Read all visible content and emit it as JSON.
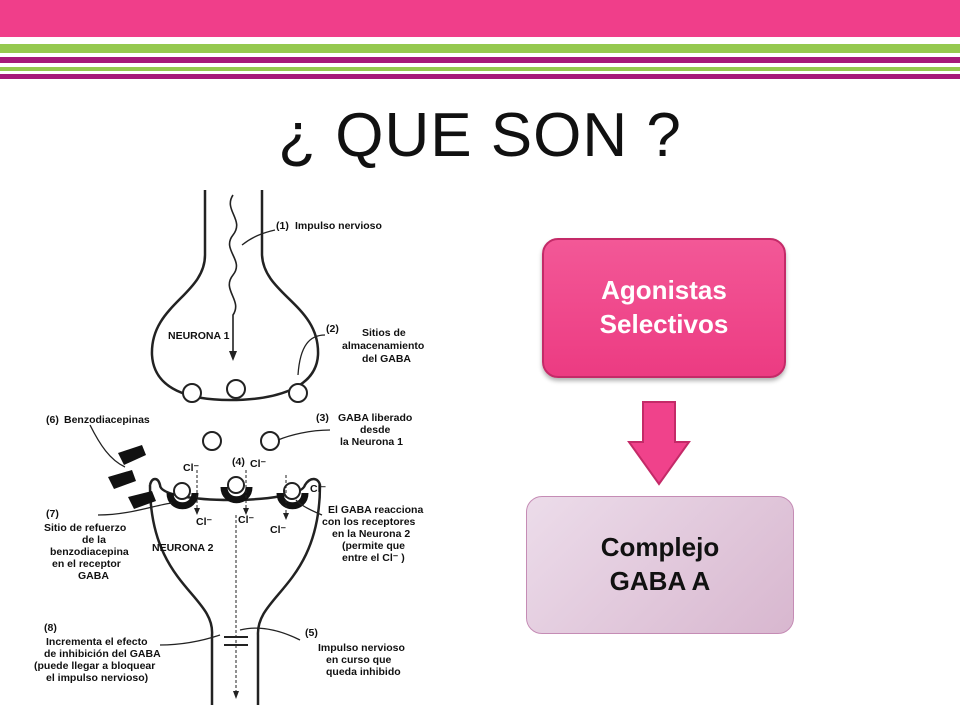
{
  "title": "¿ QUE SON ?",
  "colors": {
    "accent_pink": "#f03e8a",
    "accent_green": "#95c94f",
    "accent_purple": "#a6197a"
  },
  "diagram": {
    "label_neurona1": "NEURONA 1",
    "label_neurona2": "NEURONA 2",
    "step1": "(1)",
    "step1_text": "Impulso nervioso",
    "step2": "(2)",
    "step2_text": [
      "Sitios de",
      "almacenamiento",
      "del GABA"
    ],
    "step3": "(3)",
    "step3_text": [
      "GABA liberado",
      "desde",
      "la Neurona 1"
    ],
    "step4": "(4)",
    "step5": "(5)",
    "step5_text": [
      "Impulso nervioso",
      "en curso que",
      "queda inhibido"
    ],
    "step6": "(6)",
    "step6_text": "Benzodiacepinas",
    "step7": "(7)",
    "step7_text": [
      "Sitio de refuerzo",
      "de la",
      "benzodiacepina",
      "en el receptor",
      "GABA"
    ],
    "step8": "(8)",
    "step8_text": [
      "Incrementa el efecto",
      "de inhibición del GABA",
      "(puede llegar a bloquear",
      "el impulso nervioso)"
    ],
    "reaction_text": [
      "El GABA reacciona",
      "con los receptores",
      "en la Neurona 2",
      "(permite que",
      "entre el Cl⁻ )"
    ],
    "chloride": "Cl⁻"
  },
  "boxes": {
    "agonist": [
      "Agonistas",
      "Selectivos"
    ],
    "complex": [
      "Complejo",
      "GABA A"
    ]
  }
}
